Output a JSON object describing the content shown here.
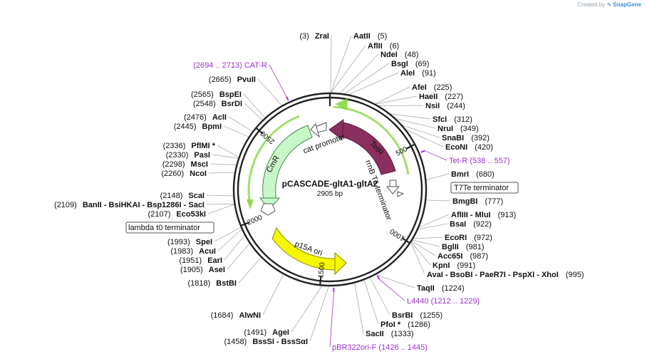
{
  "credit": {
    "prefix": "Created by",
    "brand": "SnapGene"
  },
  "plasmid": {
    "name": "pCASCADE-gltA1-gltA2",
    "size_label": "2905 bp",
    "length": 2905
  },
  "ticks": [
    {
      "label": "500",
      "pos": 500
    },
    {
      "label": "1000",
      "pos": 1000
    },
    {
      "label": "1500",
      "pos": 1500
    },
    {
      "label": "2000",
      "pos": 2000
    },
    {
      "label": "2500",
      "pos": 2500
    }
  ],
  "features": [
    {
      "id": "tetr",
      "label": "TetR",
      "color": "#8b2f5e",
      "text_color": "#ffffff"
    },
    {
      "id": "cmr",
      "label": "CmR",
      "color": "#c8f7c8",
      "text_color": "#111111"
    },
    {
      "id": "p15a",
      "label": "p15A ori",
      "color": "#f6f600",
      "text_color": "#111111"
    },
    {
      "id": "cat-promoter",
      "label": "cat promoter",
      "color": "#ffffff",
      "text_color": "#111111"
    },
    {
      "id": "rrnb-t1",
      "label": "rrnB T1 terminator",
      "color": "#ffffff",
      "text_color": "#111111"
    }
  ],
  "sites": [
    {
      "id": "zrai",
      "pos": "(3)",
      "name": "ZraI",
      "side": "L"
    },
    {
      "id": "aatii",
      "pos": "(5)",
      "name": "AatII",
      "side": "R"
    },
    {
      "id": "aflii",
      "pos": "(6)",
      "name": "AflII",
      "side": "R"
    },
    {
      "id": "ndei",
      "pos": "(48)",
      "name": "NdeI",
      "side": "R"
    },
    {
      "id": "bsgi",
      "pos": "(69)",
      "name": "BsgI",
      "side": "R"
    },
    {
      "id": "alei",
      "pos": "(91)",
      "name": "AleI",
      "side": "R"
    },
    {
      "id": "afei",
      "pos": "(225)",
      "name": "AfeI",
      "side": "R"
    },
    {
      "id": "haeii",
      "pos": "(227)",
      "name": "HaeII",
      "side": "R"
    },
    {
      "id": "nsii",
      "pos": "(244)",
      "name": "NsiI",
      "side": "R"
    },
    {
      "id": "sfci",
      "pos": "(312)",
      "name": "SfcI",
      "side": "R"
    },
    {
      "id": "srui",
      "pos": "(349)",
      "name": "NruI",
      "side": "R"
    },
    {
      "id": "snabi",
      "pos": "(392)",
      "name": "SnaBI",
      "side": "R"
    },
    {
      "id": "econi",
      "pos": "(420)",
      "name": "EcoNI",
      "side": "R"
    },
    {
      "id": "bmri",
      "pos": "(680)",
      "name": "BmrI",
      "side": "R"
    },
    {
      "id": "bmgbi",
      "pos": "(777)",
      "name": "BmgBI",
      "side": "R"
    },
    {
      "id": "afliii-mlui",
      "pos": "(913)",
      "name": "AflIII  - MluI",
      "side": "R"
    },
    {
      "id": "bsai",
      "pos": "(922)",
      "name": "BsaI",
      "side": "R"
    },
    {
      "id": "ecori",
      "pos": "(972)",
      "name": "EcoRI",
      "side": "R"
    },
    {
      "id": "bglii",
      "pos": "(981)",
      "name": "BglII",
      "side": "R"
    },
    {
      "id": "acc65i",
      "pos": "(987)",
      "name": "Acc65I",
      "side": "R"
    },
    {
      "id": "kpni",
      "pos": "(991)",
      "name": "KpnI",
      "side": "R"
    },
    {
      "id": "avai-group",
      "pos": "(995)",
      "name": "AvaI  - BsoBI  - PaeR7I  - PspXI  - XhoI",
      "side": "R"
    },
    {
      "id": "taqii",
      "pos": "(1224)",
      "name": "TaqII",
      "side": "R"
    },
    {
      "id": "bsrbi",
      "pos": "(1255)",
      "name": "BsrBI",
      "side": "R"
    },
    {
      "id": "pfoi",
      "pos": "(1286)",
      "name": "PfoI *",
      "side": "R"
    },
    {
      "id": "sacii",
      "pos": "(1333)",
      "name": "SacII",
      "side": "R"
    },
    {
      "id": "agei",
      "pos": "(1491)",
      "name": "AgeI",
      "side": "L"
    },
    {
      "id": "bsssi",
      "pos": "(1458)",
      "name": "BssSI  - BssSαI",
      "side": "L"
    },
    {
      "id": "alwni",
      "pos": "(1684)",
      "name": "AlwNI",
      "side": "L"
    },
    {
      "id": "bstbi",
      "pos": "(1818)",
      "name": "BstBI",
      "side": "L"
    },
    {
      "id": "asei",
      "pos": "(1905)",
      "name": "AseI",
      "side": "L"
    },
    {
      "id": "eari",
      "pos": "(1951)",
      "name": "EarI",
      "side": "L"
    },
    {
      "id": "acui",
      "pos": "(1983)",
      "name": "AcuI",
      "side": "L"
    },
    {
      "id": "spei",
      "pos": "(1993)",
      "name": "SpeI",
      "side": "L"
    },
    {
      "id": "eco53ki",
      "pos": "(2107)",
      "name": "Eco53kI",
      "side": "L"
    },
    {
      "id": "banii-group",
      "pos": "(2109)",
      "name": "BanII  - BsiHKAI   - Bsp1286I  - SacI",
      "side": "L"
    },
    {
      "id": "scai",
      "pos": "(2148)",
      "name": "ScaI",
      "side": "L"
    },
    {
      "id": "ncoi",
      "pos": "(2260)",
      "name": "NcoI",
      "side": "L"
    },
    {
      "id": "msci",
      "pos": "(2298)",
      "name": "MscI",
      "side": "L"
    },
    {
      "id": "pasi",
      "pos": "(2330)",
      "name": "PasI",
      "side": "L"
    },
    {
      "id": "pflmi",
      "pos": "(2336)",
      "name": "PflMI *",
      "side": "L"
    },
    {
      "id": "bpmi",
      "pos": "(2445)",
      "name": "BpmI",
      "side": "L"
    },
    {
      "id": "acli",
      "pos": "(2476)",
      "name": "AclI",
      "side": "L"
    },
    {
      "id": "bsrdi",
      "pos": "(2548)",
      "name": "BsrDI",
      "side": "L"
    },
    {
      "id": "bspei",
      "pos": "(2565)",
      "name": "BspEI",
      "side": "L"
    },
    {
      "id": "pvuii",
      "pos": "(2665)",
      "name": "PvuII",
      "side": "L"
    }
  ],
  "primers": [
    {
      "id": "cat-r",
      "text": "(2694 .. 2713)  CAT-R",
      "pos": 2703
    },
    {
      "id": "tet-r",
      "text": "Tet-R    (538 .. 557)",
      "pos": 547
    },
    {
      "id": "l4440",
      "text": "L4440    (1212 .. 1229)",
      "pos": 1220
    },
    {
      "id": "pbr322ori-f",
      "text": "pBR322ori-F     (1426 .. 1445)",
      "pos": 1435
    }
  ],
  "boxed": [
    {
      "id": "t7te",
      "text": "T7Te terminator"
    },
    {
      "id": "lambda-t0",
      "text": "lambda t0 terminator"
    }
  ]
}
